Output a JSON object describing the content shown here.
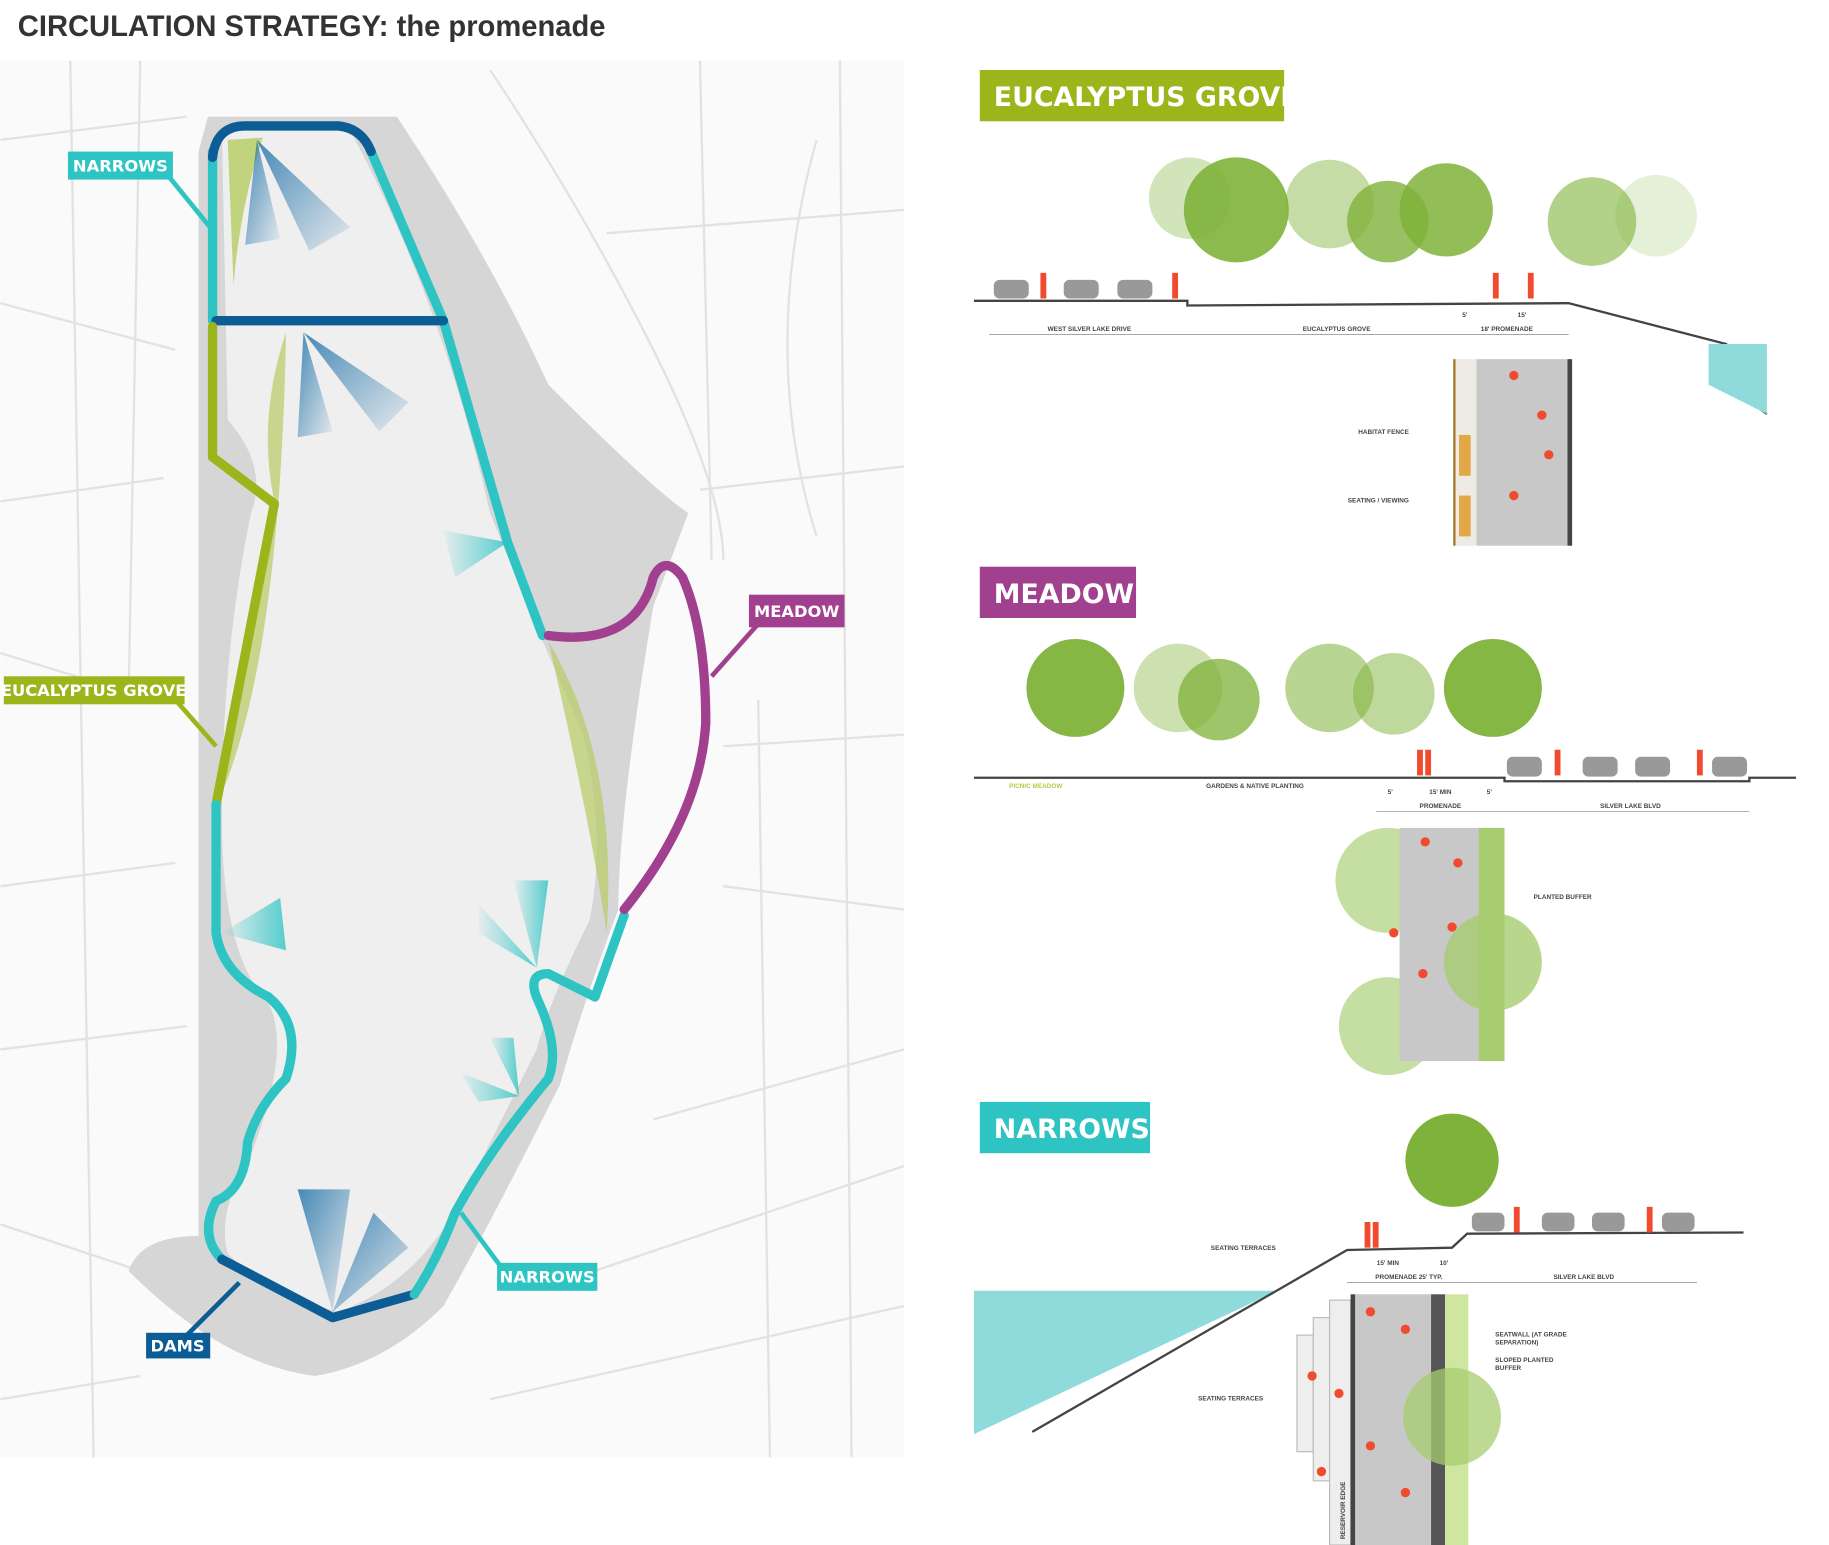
{
  "title": "CIRCULATION STRATEGY: the promenade",
  "colors": {
    "narrows": "#2ec4c4",
    "eucalyptus": "#9cb51a",
    "meadow": "#a1408f",
    "dams": "#0c5c95",
    "water": "#8fdbdb",
    "people": "#f04a2f"
  },
  "map": {
    "labels": {
      "narrows_top": "NARROWS",
      "eucalyptus": "EUCALYPTUS GROVE",
      "meadow": "MEADOW",
      "narrows_bottom": "NARROWS",
      "dams": "DAMS"
    }
  },
  "sections": {
    "eucalyptus": {
      "heading": "EUCALYPTUS GROVE",
      "dims": [
        "WEST SILVER LAKE DRIVE",
        "EUCALYPTUS GROVE",
        "5'",
        "15'",
        "18' PROMENADE"
      ],
      "notes": [
        "HABITAT FENCE",
        "SEATING / VIEWING"
      ]
    },
    "meadow": {
      "heading": "MEADOW",
      "dims": [
        "PICNIC MEADOW",
        "GARDENS & NATIVE PLANTING",
        "5'",
        "15' MIN",
        "5'",
        "PROMENADE",
        "SILVER LAKE BLVD"
      ],
      "notes": [
        "PLANTED BUFFER"
      ]
    },
    "narrows": {
      "heading": "NARROWS",
      "dims": [
        "15' MIN",
        "10'",
        "PROMENADE 25' TYP.",
        "SILVER LAKE BLVD"
      ],
      "notes": [
        "SEATING TERRACES",
        "SEATWALL (AT GRADE",
        "SEPARATION)",
        "SLOPED PLANTED",
        "BUFFER",
        "SEATING TERRACES",
        "RESERVOIR EDGE"
      ]
    }
  }
}
